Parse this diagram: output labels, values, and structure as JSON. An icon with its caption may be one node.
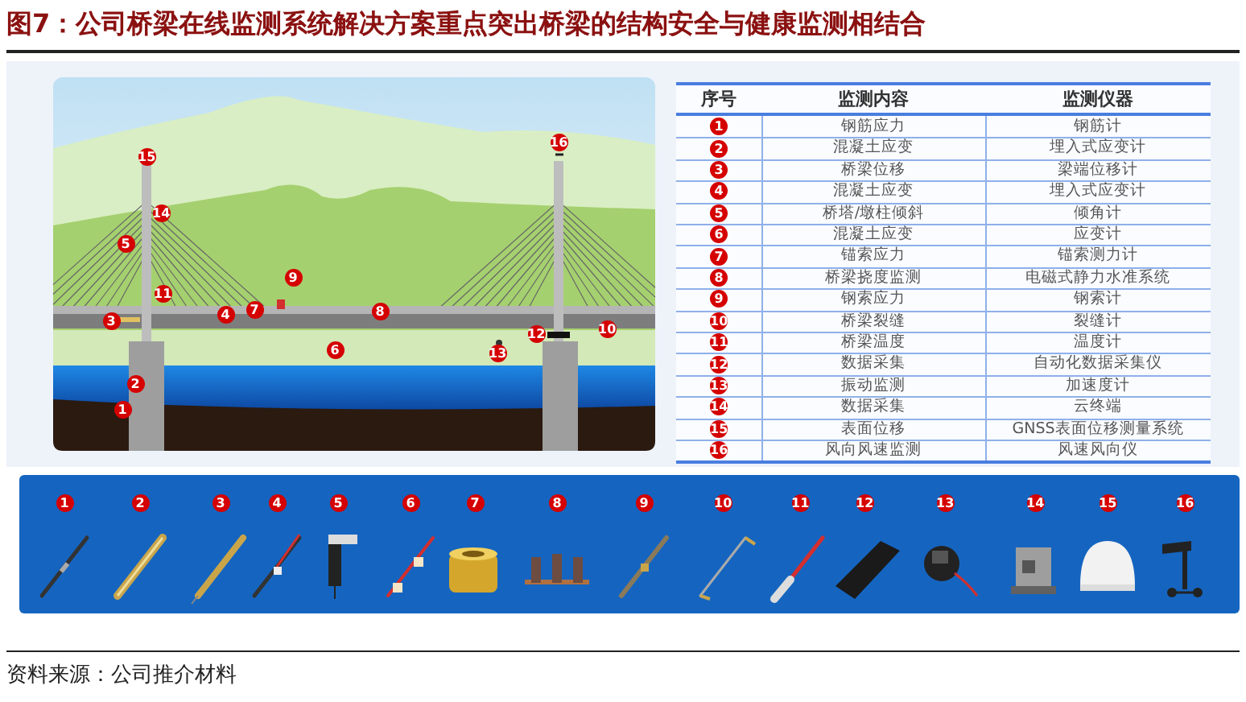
{
  "diagram": {
    "title": "图7：公司桥梁在线监测系统解决方案重点突出桥梁的结构安全与健康监测相结合",
    "caption": "资料来源：公司推介材料",
    "labels": [
      "1",
      "2",
      "3",
      "4",
      "5",
      "6",
      "7",
      "8",
      "9",
      "10",
      "11",
      "12",
      "13",
      "14",
      "15",
      "16",
      "序号",
      "监测内容",
      "监测仪器",
      "1",
      "钢筋应力",
      "钢筋计",
      "2",
      "混凝土应变",
      "埋入式应变计",
      "3",
      "桥梁位移",
      "梁端位移计",
      "4",
      "混凝土应变",
      "埋入式应变计",
      "5",
      "桥塔/墩柱倾斜",
      "倾角计",
      "6",
      "混凝土应变",
      "应变计",
      "7",
      "锚索应力",
      "锚索测力计",
      "8",
      "桥梁挠度监测",
      "电磁式静力水准系统",
      "9",
      "钢索应力",
      "钢索计",
      "10",
      "桥梁裂缝",
      "裂缝计",
      "11",
      "桥梁温度",
      "温度计",
      "12",
      "数据采集",
      "自动化数据采集仪",
      "13",
      "振动监测",
      "加速度计",
      "14",
      "数据采集",
      "云终端",
      "15",
      "表面位移",
      "GNSS表面位移测量系统",
      "16",
      "风向风速监测",
      "风速风向仪",
      "1",
      "2",
      "3",
      "4",
      "5",
      "6",
      "7",
      "8",
      "9",
      "10",
      "11",
      "12",
      "13",
      "14",
      "15",
      "16"
    ]
  }
}
